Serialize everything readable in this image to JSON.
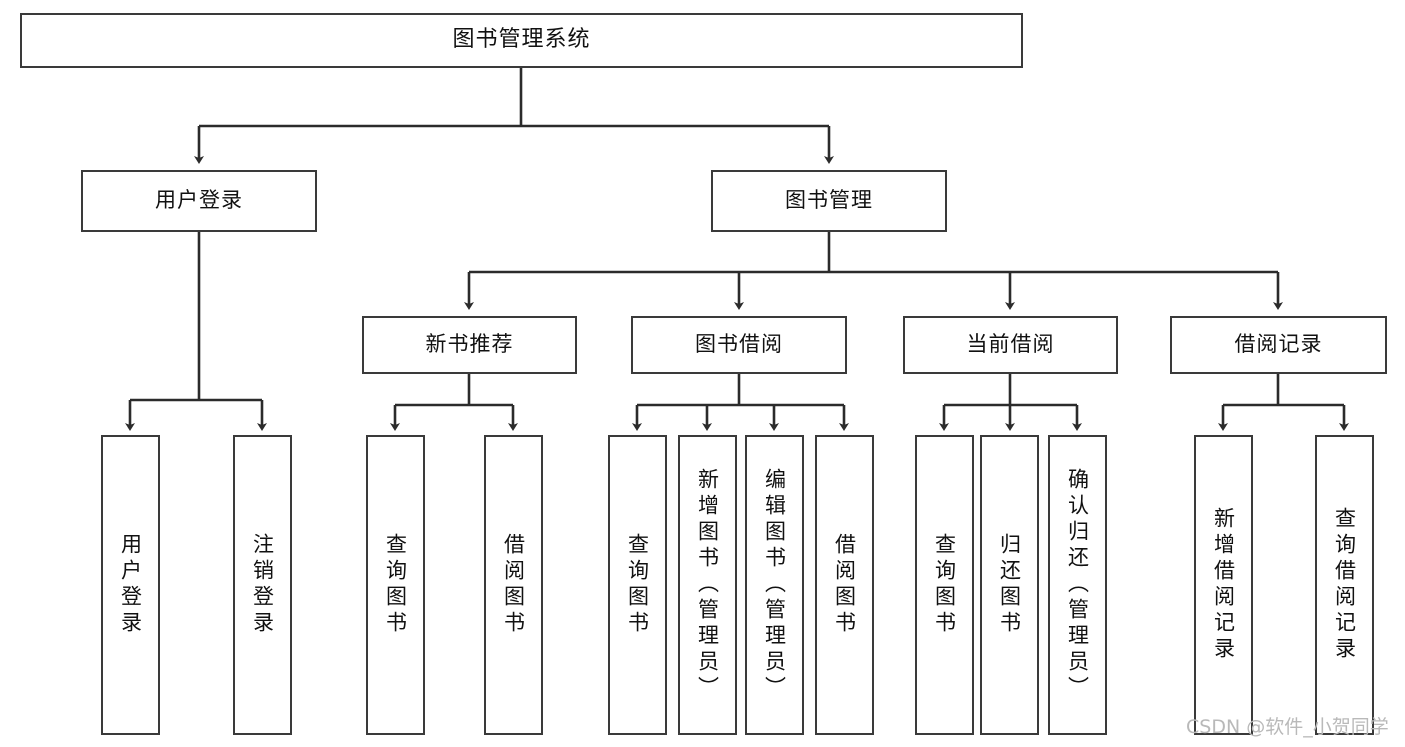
{
  "diagram": {
    "title": "图书管理系统",
    "type": "tree-hierarchy-chart",
    "root": {
      "label": "图书管理系统"
    },
    "level2": [
      {
        "label": "用户登录"
      },
      {
        "label": "图书管理"
      }
    ],
    "level3": [
      {
        "label": "新书推荐"
      },
      {
        "label": "图书借阅"
      },
      {
        "label": "当前借阅"
      },
      {
        "label": "借阅记录"
      }
    ],
    "leaves": {
      "user_login": [
        {
          "label": "用户登录"
        },
        {
          "label": "注销登录"
        }
      ],
      "new_book_recommend": [
        {
          "label": "查询图书"
        },
        {
          "label": "借阅图书"
        }
      ],
      "book_borrow": [
        {
          "label": "查询图书"
        },
        {
          "label": "新增图书（管理员）"
        },
        {
          "label": "编辑图书（管理员）"
        },
        {
          "label": "借阅图书"
        }
      ],
      "current_borrow": [
        {
          "label": "查询图书"
        },
        {
          "label": "归还图书"
        },
        {
          "label": "确认归还（管理员）"
        }
      ],
      "borrow_record": [
        {
          "label": "新增借阅记录"
        },
        {
          "label": "查询借阅记录"
        }
      ]
    }
  },
  "watermark": {
    "text": "CSDN @软件_小贺同学"
  },
  "colors": {
    "stroke": "#3a3a3a",
    "background": "#ffffff",
    "text": "#111111",
    "watermark": "#b9b9b9"
  }
}
